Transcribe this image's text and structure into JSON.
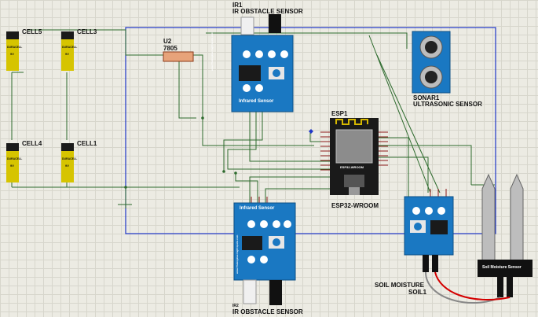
{
  "batteries": {
    "cell5": "CELL5",
    "cell3": "CELL3",
    "cell4": "CELL4",
    "cell1": "CELL1",
    "brand": "DURACELL",
    "voltage": "9V"
  },
  "regulator": {
    "ref": "U2",
    "part": "7805"
  },
  "ir_top": {
    "ref": "IR1",
    "name": "IR OBSTACLE SENSOR",
    "board_title": "Infrared Sensor"
  },
  "ir_bottom": {
    "ref": "IR2",
    "name": "IR OBSTACLE SENSOR",
    "board_title": "Infrared Sensor"
  },
  "esp": {
    "ref": "ESP1",
    "part": "ESP32-WROOM",
    "chip_text": "ESP32-WROOM"
  },
  "sonar": {
    "ref": "SONAR1",
    "name": "ULTRASONIC SENSOR"
  },
  "soil": {
    "ref": "SOIL1",
    "name": "SOIL MOISTURE",
    "probe_title": "Soil Moisture Sensor"
  },
  "watermark": "www.TheEngineeringProjects.com",
  "colors": {
    "wire": "#2e6b2e",
    "frame": "#1f36c9",
    "board": "#1a78c2",
    "battery_body": "#d6c400",
    "battery_black": "#1a1a1a",
    "regulator": "#e7a37a"
  }
}
